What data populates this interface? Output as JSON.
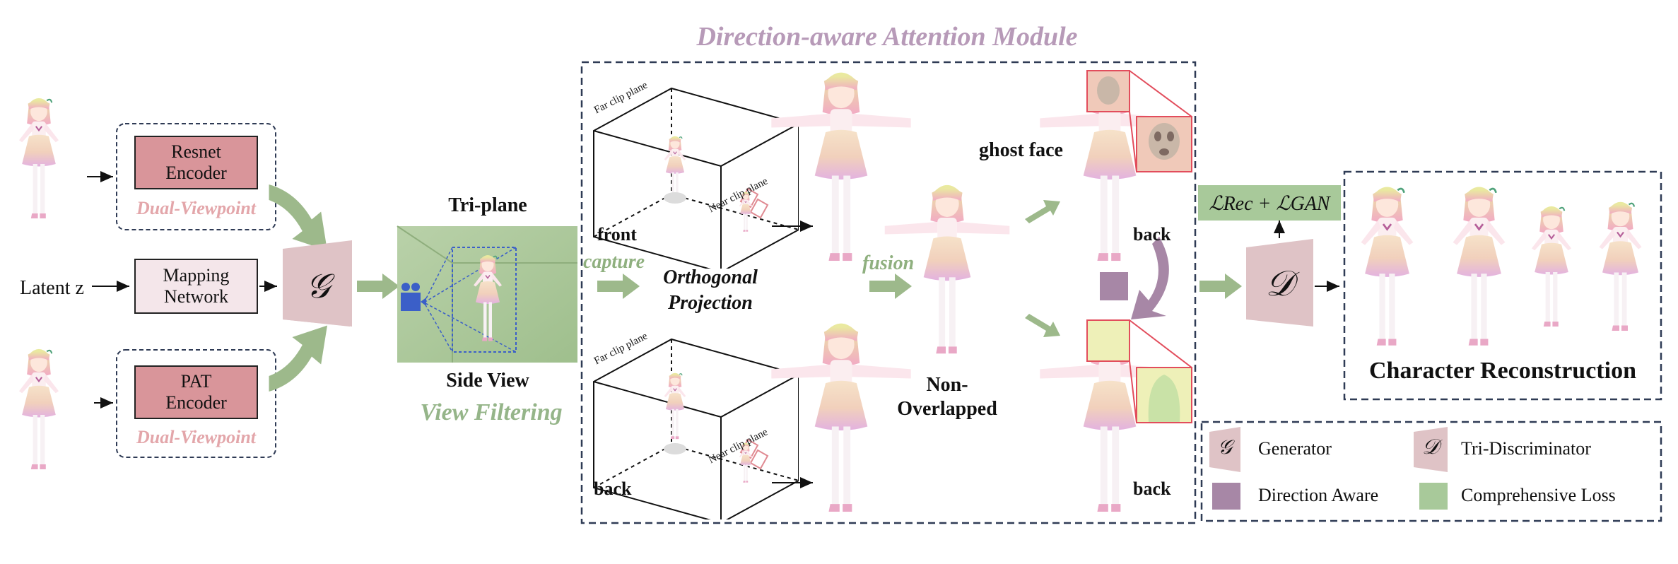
{
  "module_title": "Direction-aware Attention Module",
  "left": {
    "resnet_encoder": "Resnet\nEncoder",
    "dual_viewpoint_1": "Dual-Viewpoint",
    "mapping_network": "Mapping\nNetwork",
    "latent_z": "Latent z",
    "pat_encoder": "PAT\nEncoder",
    "dual_viewpoint_2": "Dual-Viewpoint",
    "generator_symbol": "𝒢"
  },
  "middle": {
    "triplane": "Tri-plane",
    "side_view": "Side View",
    "view_filtering": "View Filtering"
  },
  "module": {
    "far_clip_plane": "Far clip plane",
    "near_clip_plane": "Near clip plane",
    "front": "front",
    "back": "back",
    "capture": "capture",
    "orthogonal_projection": "Orthogonal\nProjection",
    "fusion": "fusion",
    "non_overlapped": "Non-\nOverlapped",
    "ghost_face": "ghost face",
    "back_right_top": "back",
    "back_right_bottom": "back"
  },
  "right": {
    "loss": "ℒRec + ℒGAN",
    "discriminator_symbol": "𝒟",
    "character_reconstruction": "Character Reconstruction"
  },
  "legend": {
    "generator_symbol": "𝒢",
    "generator": "Generator",
    "discriminator_symbol": "𝒟",
    "discriminator": "Tri-Discriminator",
    "direction_aware": "Direction Aware",
    "comprehensive_loss": "Comprehensive Loss"
  },
  "colors": {
    "encoder_fill": "#d9959a",
    "mapping_fill": "#f4e6ea",
    "generator_fill": "#dfc3c6",
    "purple": "#a787a6",
    "green": "#9db98b",
    "dashed_border": "#2f3b55",
    "dual_viewpoint": "#e3a6aa",
    "view_filtering": "#95b589",
    "capture_green": "#8fb07f",
    "title_purple": "#b79ab8"
  }
}
